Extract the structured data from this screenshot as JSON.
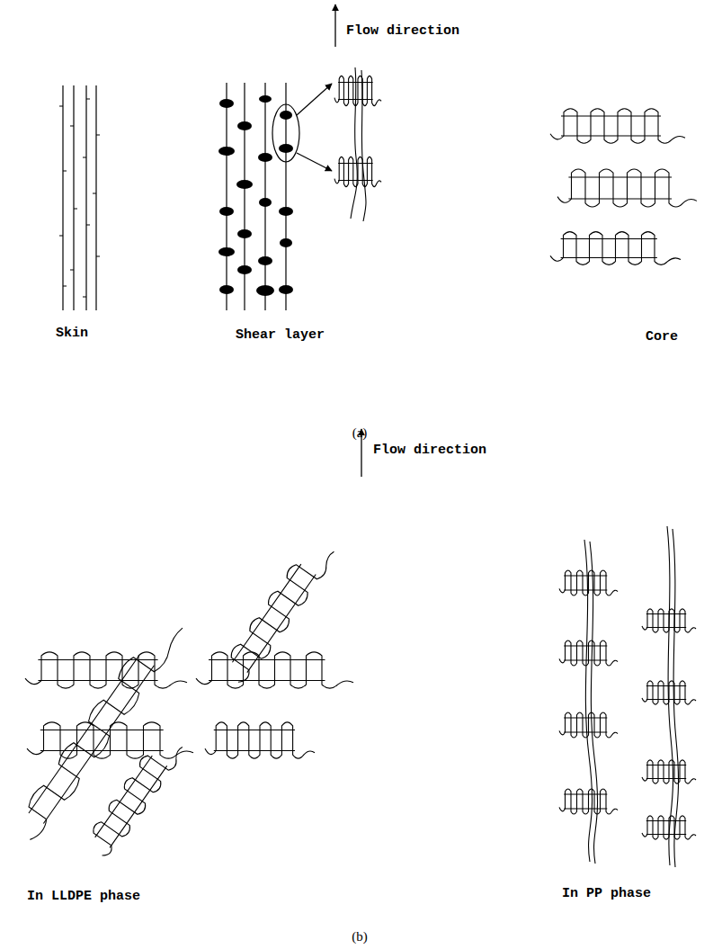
{
  "diagram": {
    "labels": [
      "Flow direction",
      "Skin",
      "Shear layer",
      "Core",
      "(a)",
      "Flow direction",
      "In LLDPE phase",
      "In PP phase",
      "(b)"
    ]
  }
}
